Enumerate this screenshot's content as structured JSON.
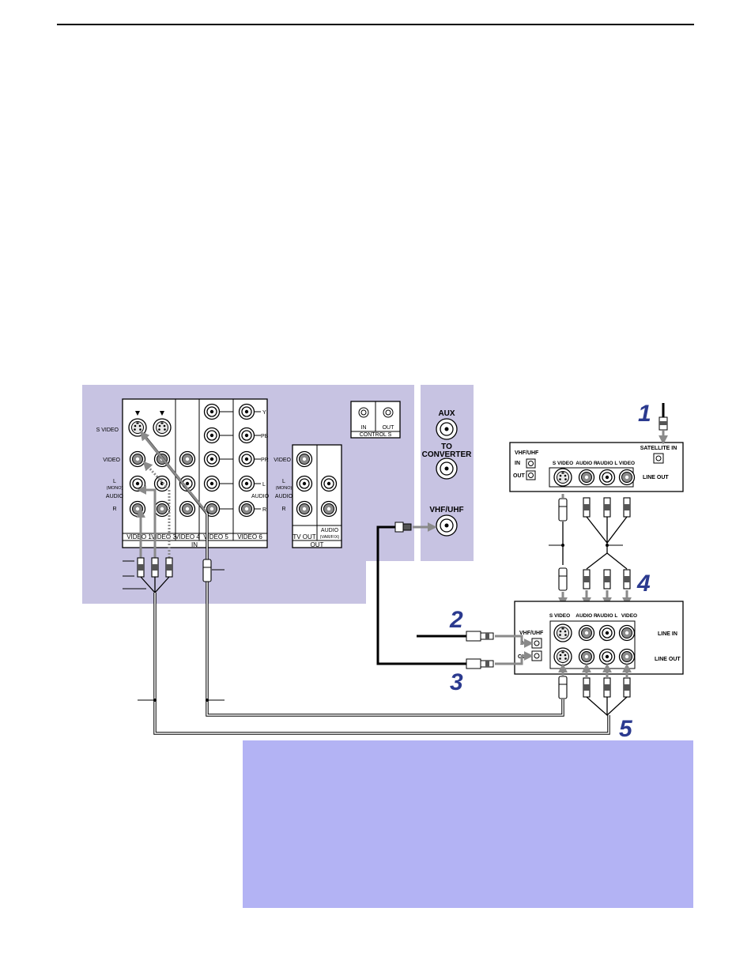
{
  "colors": {
    "tv_panel": "#c7c3e2",
    "note_box": "#b3b3f4",
    "step_number": "#2b3a8f",
    "cable_gray": "#8a8a8a"
  },
  "tv_panel": {
    "in_labels": {
      "s_video": "S VIDEO",
      "video": "VIDEO",
      "l": "L",
      "mono": "(MONO)",
      "audio": "AUDIO",
      "r": "R"
    },
    "columns": [
      "VIDEO 1",
      "VIDEO 3",
      "VIDEO 4",
      "VIDEO 5",
      "VIDEO 6"
    ],
    "in_caption": "IN",
    "component": {
      "y": "Y",
      "pb": "PB",
      "pr": "PR",
      "l": "L",
      "audio": "AUDIO",
      "r": "R"
    },
    "out_labels": {
      "video": "VIDEO",
      "l": "L",
      "mono": "(MONO)",
      "audio": "AUDIO",
      "r": "R"
    },
    "out_columns": {
      "tv_out": "TV OUT",
      "audio": "AUDIO",
      "var_fix": "(VAR/FIX)"
    },
    "out_caption": "OUT",
    "control_s": {
      "in": "IN",
      "out": "OUT",
      "caption": "CONTROL S"
    },
    "antenna": {
      "aux": "AUX",
      "to": "TO",
      "converter": "CONVERTER",
      "vhf_uhf": "VHF/UHF"
    }
  },
  "satellite_receiver": {
    "vhf_uhf": "VHF/UHF",
    "in": "IN",
    "out": "OUT",
    "satellite_in": "SATELLITE IN",
    "jacks": [
      "S VIDEO",
      "AUDIO R",
      "AUDIO L",
      "VIDEO"
    ],
    "line_out": "LINE OUT"
  },
  "vcr": {
    "jacks": [
      "S VIDEO",
      "AUDIO R",
      "AUDIO L",
      "VIDEO"
    ],
    "vhf_uhf": "VHF/UHF",
    "in": "IN",
    "out": "OUT",
    "line_in": "LINE IN",
    "line_out": "LINE OUT"
  },
  "steps": [
    "1",
    "2",
    "3",
    "4",
    "5"
  ]
}
